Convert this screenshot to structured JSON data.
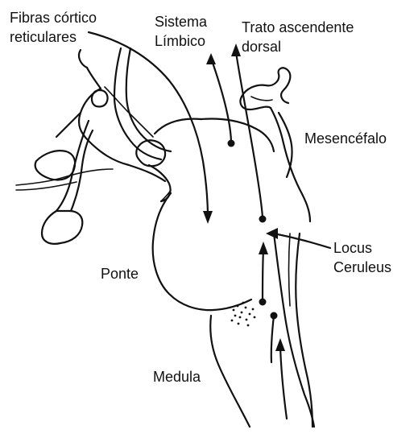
{
  "labels": {
    "fibras": "Fibras córtico\nreticulares",
    "sistema": "Sistema\nLímbico",
    "trato": "Trato ascendente\ndorsal",
    "mesencefalo": "Mesencéfalo",
    "locus": "Locus\nCeruleus",
    "ponte": "Ponte",
    "medula": "Medula"
  }
}
